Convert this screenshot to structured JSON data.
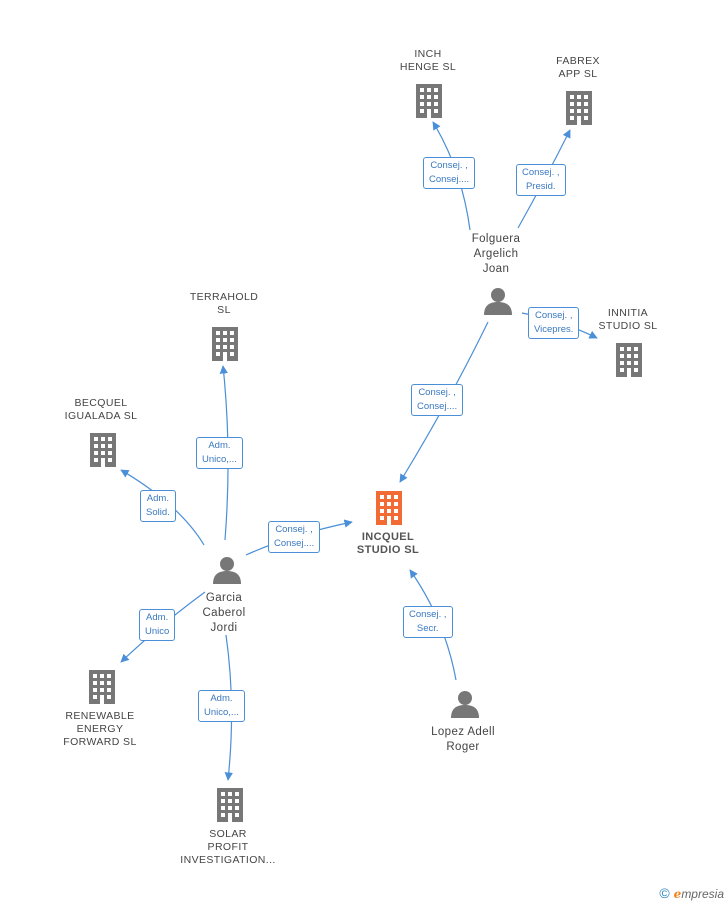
{
  "colors": {
    "edge": "#4a8fd8",
    "building": "#777777",
    "building_main": "#f26b35",
    "person": "#777777"
  },
  "nodes": {
    "inch": {
      "l1": "INCH",
      "l2": "HENGE  SL"
    },
    "fabrex": {
      "l1": "FABREX",
      "l2": "APP  SL"
    },
    "folguera": {
      "l1": "Folguera",
      "l2": "Argelich",
      "l3": "Joan"
    },
    "innitia": {
      "l1": "INNITIA",
      "l2": "STUDIO  SL"
    },
    "terrahold": {
      "l1": "TERRAHOLD",
      "l2": "SL"
    },
    "becquel": {
      "l1": "BECQUEL",
      "l2": "IGUALADA  SL"
    },
    "incquel": {
      "l1": "INCQUEL",
      "l2": "STUDIO  SL"
    },
    "garcia": {
      "l1": "Garcia",
      "l2": "Caberol",
      "l3": "Jordi"
    },
    "renewable": {
      "l1": "RENEWABLE",
      "l2": "ENERGY",
      "l3": "FORWARD  SL"
    },
    "solar": {
      "l1": "SOLAR",
      "l2": "PROFIT",
      "l3": "INVESTIGATION..."
    },
    "lopez": {
      "l1": "Lopez Adell",
      "l2": "Roger"
    }
  },
  "edges": {
    "folguera_inch": {
      "l1": "Consej. ,",
      "l2": "Consej...."
    },
    "folguera_fabrex": {
      "l1": "Consej. ,",
      "l2": "Presid."
    },
    "folguera_innitia": {
      "l1": "Consej. ,",
      "l2": "Vicepres."
    },
    "folguera_incquel": {
      "l1": "Consej. ,",
      "l2": "Consej...."
    },
    "garcia_terrahold": {
      "l1": "Adm.",
      "l2": "Unico,..."
    },
    "garcia_becquel": {
      "l1": "Adm.",
      "l2": "Solid."
    },
    "garcia_incquel": {
      "l1": "Consej. ,",
      "l2": "Consej...."
    },
    "garcia_renewable": {
      "l1": "Adm.",
      "l2": "Unico"
    },
    "garcia_solar": {
      "l1": "Adm.",
      "l2": "Unico,..."
    },
    "lopez_incquel": {
      "l1": "Consej. ,",
      "l2": "Secr."
    }
  },
  "footer": {
    "copyright": "©",
    "brand_e": "e",
    "brand_rest": "mpresia"
  }
}
